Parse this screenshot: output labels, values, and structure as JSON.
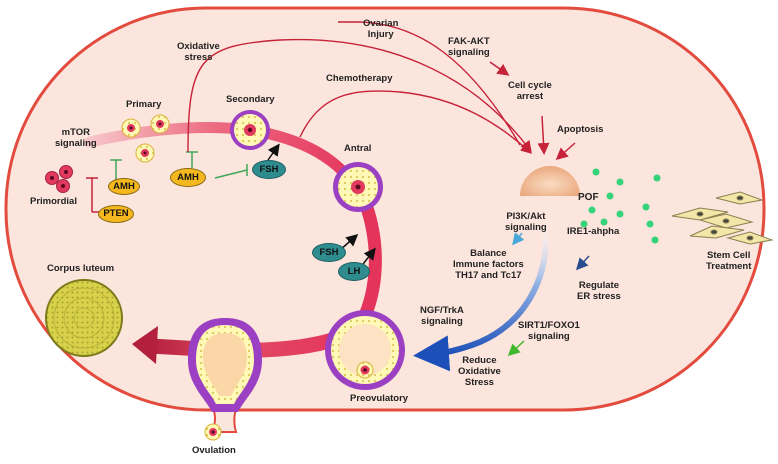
{
  "follicle_stages": {
    "primordial": "Primordial",
    "primary": "Primary",
    "secondary": "Secondary",
    "antral": "Antral",
    "preovulatory": "Preovulatory",
    "ovulation": "Ovulation",
    "corpus_luteum": "Corpus luteum"
  },
  "molecules": {
    "amh_1": "AMH",
    "amh_2": "AMH",
    "pten": "PTEN",
    "fsh_1": "FSH",
    "fsh_2": "FSH",
    "lh": "LH"
  },
  "signals": {
    "mtor_line1": "mTOR",
    "mtor_line2": "signaling",
    "oxidative_line1": "Oxidative",
    "oxidative_line2": "stress",
    "ovarian_line1": "Ovarian",
    "ovarian_line2": "Injury",
    "chemotherapy": "Chemotherapy",
    "fak_line1": "FAK-AKT",
    "fak_line2": "signaling",
    "cellcycle_line1": "Cell cycle",
    "cellcycle_line2": "arrest",
    "apoptosis": "Apoptosis",
    "pof": "POF",
    "pi3k_line1": "PI3K/Akt",
    "pi3k_line2": "signaling",
    "balance_line1": "Balance",
    "balance_line2": "Immune factors",
    "balance_line3": "TH17 and Tc17",
    "ire1": "IRE1-ahpha",
    "regulate_line1": "Regulate",
    "regulate_line2": "ER stress",
    "ngf_line1": "NGF/TrkA",
    "ngf_line2": "signaling",
    "sirt1_line1": "SIRT1/FOXO1",
    "sirt1_line2": "signaling",
    "reduce_line1": "Reduce",
    "reduce_line2": "Oxidative",
    "reduce_line3": "Stress",
    "stemcell_line1": "Stem Cell",
    "stemcell_line2": "Treatment"
  },
  "colors": {
    "ovary_fill": "#fbe5dc",
    "ovary_border": "#e24b3e",
    "follicle_ring": "#9b3fc3",
    "granulosa": "#fffccc",
    "oocyte": "#e23a5e",
    "nucleus": "#5a0a20",
    "arrow_red": "#e4345b",
    "signal_line": "#c6223a",
    "stem_dot": "#35d47a",
    "corpus_luteum": "#d8d24a"
  }
}
